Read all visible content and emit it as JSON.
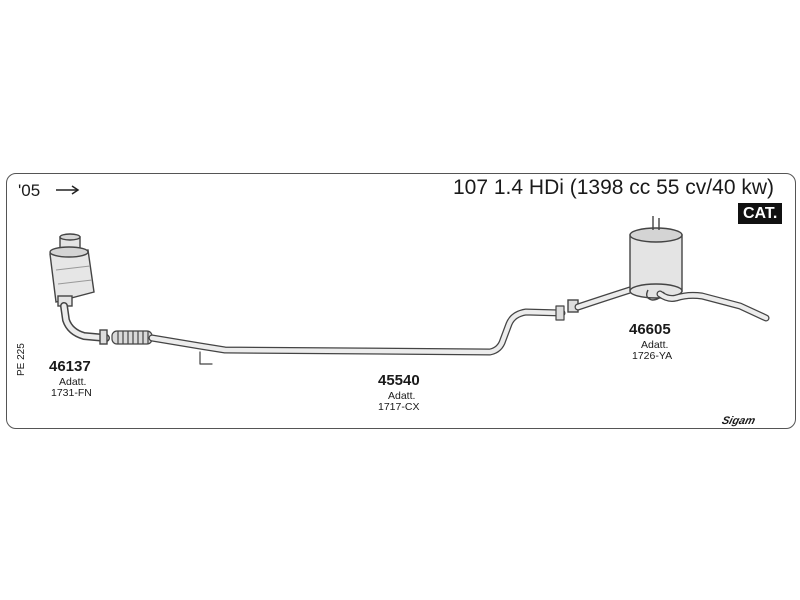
{
  "header": {
    "year": "'05",
    "title": "107 1.4 HDi (1398 cc 55 cv/40 kw)",
    "badge": "CAT."
  },
  "parts": [
    {
      "number": "46137",
      "adapter_label": "Adatt.",
      "adapter_code": "1731-FN"
    },
    {
      "number": "45540",
      "adapter_label": "Adatt.",
      "adapter_code": "1717-CX"
    },
    {
      "number": "46605",
      "adapter_label": "Adatt.",
      "adapter_code": "1726-YA"
    }
  ],
  "footer": {
    "code": "PE 225",
    "brand": "Sigam"
  },
  "colors": {
    "line": "#444444",
    "fill": "#e4e4e4",
    "badge_bg": "#111111"
  }
}
